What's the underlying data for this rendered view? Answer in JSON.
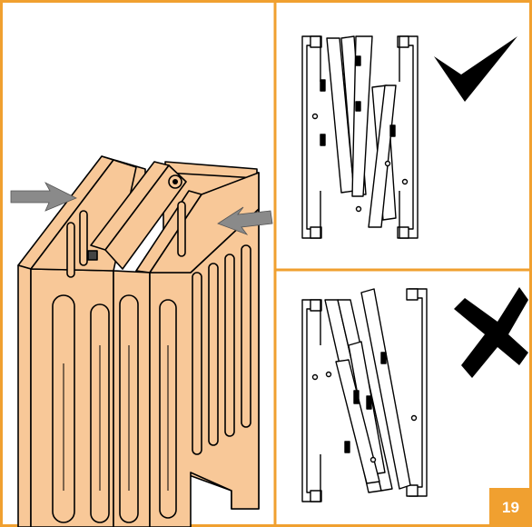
{
  "page": {
    "number": "19"
  },
  "colors": {
    "frame": "#f0a030",
    "wood": "#f8c898",
    "line": "#000000",
    "arrow": "#8a8a8a",
    "badge": "#f0a030"
  },
  "panels": {
    "left": {
      "icon": "assembled-folding-stand-illustration"
    },
    "top_right": {
      "icon": "correct-w-fold-diagram",
      "mark": "check-icon",
      "status": "correct"
    },
    "bottom_right": {
      "icon": "incorrect-n-fold-diagram",
      "mark": "cross-icon",
      "status": "incorrect"
    }
  }
}
